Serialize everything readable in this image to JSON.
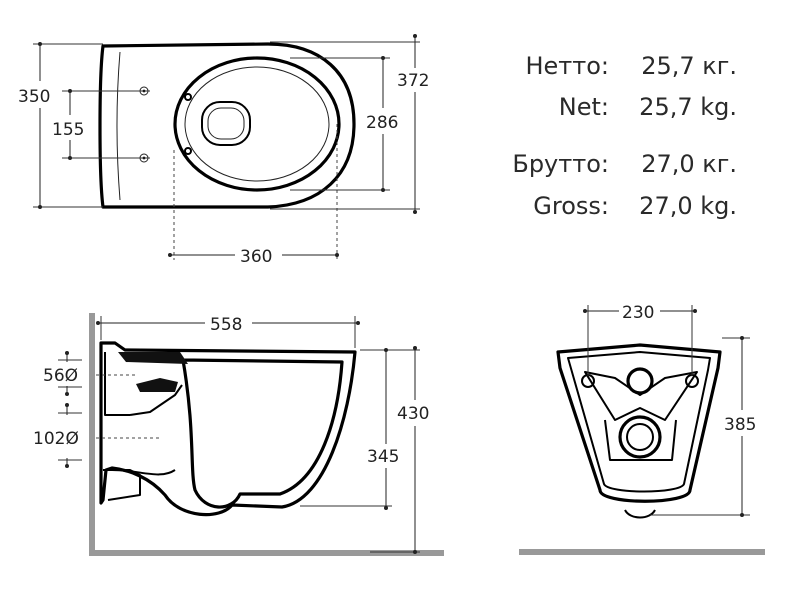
{
  "specs": [
    {
      "label": "Нетто:",
      "value": "25,7 кг."
    },
    {
      "label": "Net:",
      "value": "25,7 kg."
    },
    {
      "label": "Брутто:",
      "value": "27,0 кг."
    },
    {
      "label": "Gross:",
      "value": "27,0 kg."
    }
  ],
  "top_view": {
    "width_350": "350",
    "bolt_spacing_155": "155",
    "depth_360": "360",
    "overall_372": "372",
    "bowl_286": "286"
  },
  "side_view": {
    "length_558": "558",
    "height_430": "430",
    "height_345": "345",
    "inlet_56": "56Ø",
    "outlet_102": "102Ø"
  },
  "front_view": {
    "width_230": "230",
    "height_385": "385"
  }
}
